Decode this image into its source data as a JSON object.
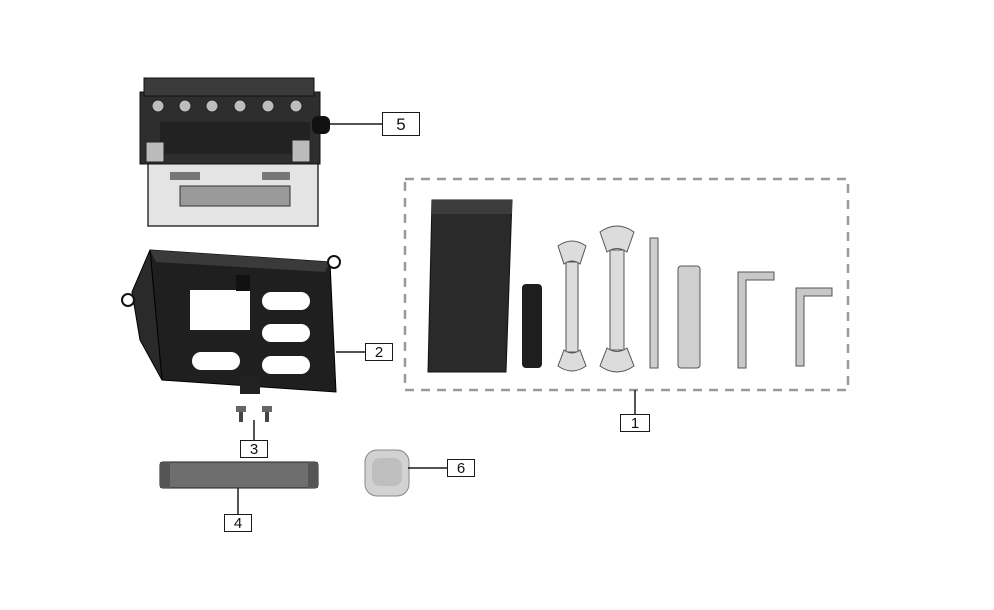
{
  "diagram": {
    "callouts": [
      {
        "id": "1",
        "label": "1"
      },
      {
        "id": "2",
        "label": "2"
      },
      {
        "id": "3",
        "label": "3"
      },
      {
        "id": "4",
        "label": "4"
      },
      {
        "id": "5",
        "label": "5"
      },
      {
        "id": "6",
        "label": "6"
      }
    ]
  },
  "colors": {
    "line": "#1a1a1a",
    "dash": "#9a9a9a",
    "dark": "#2b2b2b",
    "mid": "#777777",
    "light": "#d6d6d6"
  }
}
